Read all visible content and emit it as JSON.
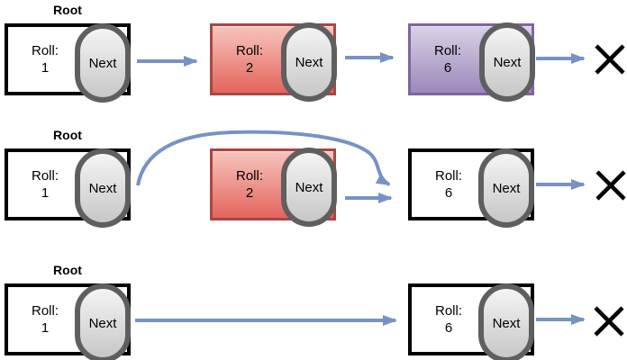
{
  "palette": {
    "arrow": "#7692c6",
    "plain_border": "#000000",
    "red_border": "#a84743",
    "red_fill_top": "#f6c5be",
    "red_fill_bottom": "#e3655c",
    "purple_border": "#8064a2",
    "purple_fill_top": "#d9d2e6",
    "purple_fill_bottom": "#9c88bb",
    "oval_border": "#5f5f5f",
    "terminator": "#000000"
  },
  "rows": [
    {
      "root_label": "Root",
      "terminator_icon": "null-x-icon",
      "nodes": [
        {
          "field": "Roll:",
          "value": "1",
          "next_label": "Next",
          "variant": "plain"
        },
        {
          "field": "Roll:",
          "value": "2",
          "next_label": "Next",
          "variant": "red"
        },
        {
          "field": "Roll:",
          "value": "6",
          "next_label": "Next",
          "variant": "purple"
        }
      ]
    },
    {
      "root_label": "Root",
      "terminator_icon": "null-x-icon",
      "nodes": [
        {
          "field": "Roll:",
          "value": "1",
          "next_label": "Next",
          "variant": "plain"
        },
        {
          "field": "Roll:",
          "value": "2",
          "next_label": "Next",
          "variant": "red"
        },
        {
          "field": "Roll:",
          "value": "6",
          "next_label": "Next",
          "variant": "plain"
        }
      ]
    },
    {
      "root_label": "Root",
      "terminator_icon": "null-x-icon",
      "nodes": [
        {
          "field": "Roll:",
          "value": "1",
          "next_label": "Next",
          "variant": "plain"
        },
        {
          "field": "Roll:",
          "value": "6",
          "next_label": "Next",
          "variant": "plain"
        }
      ]
    }
  ]
}
